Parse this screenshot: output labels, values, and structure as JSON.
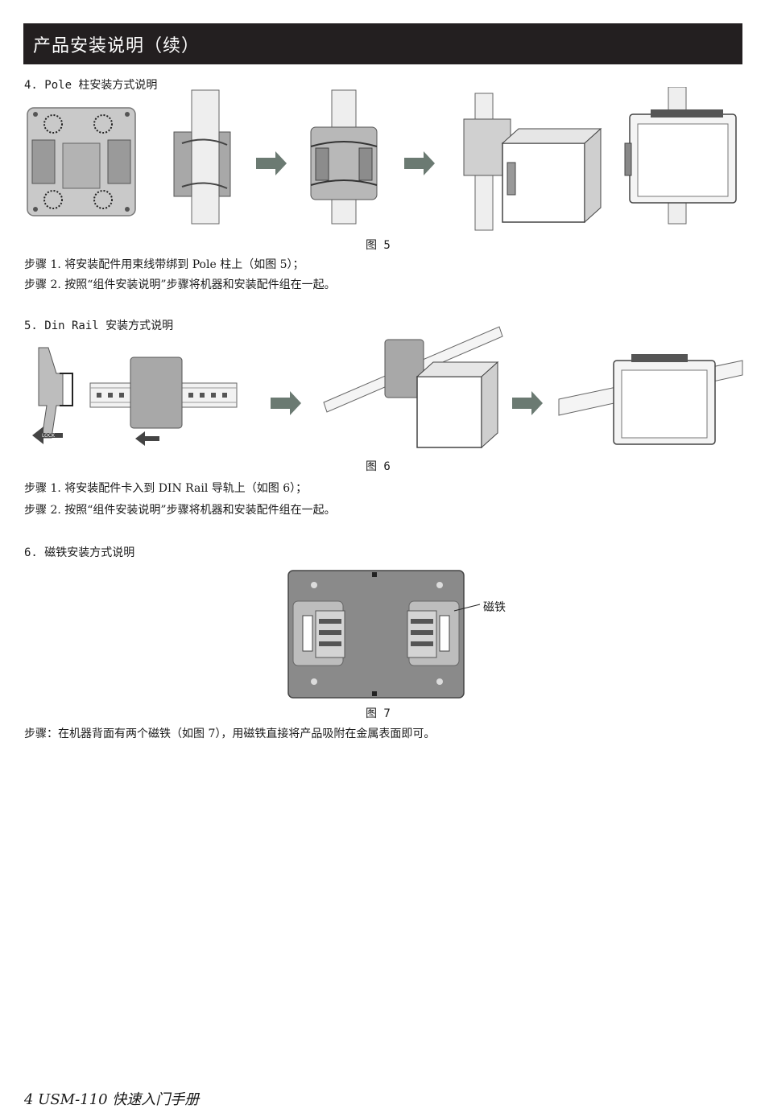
{
  "header": {
    "title": "产品安装说明（续）"
  },
  "section4": {
    "heading": "4.  Pole 柱安装方式说明",
    "caption": "图 5",
    "step1": "步骤 1. 将安装配件用束线带绑到 Pole 柱上（如图 5）；",
    "step2": "步骤 2. 按照“组件安装说明”步骤将机器和安装配件组在一起。"
  },
  "section5": {
    "heading": "5.  Din Rail 安装方式说明",
    "caption": "图 6",
    "lock_label": "LOCK",
    "step1": "步骤 1. 将安装配件卡入到 DIN Rail 导轨上（如图 6）；",
    "step2": "步骤 2. 按照“组件安装说明”步骤将机器和安装配件组在一起。"
  },
  "section6": {
    "heading": "6.  磁铁安装方式说明",
    "magnet_label": "磁铁",
    "caption": "图 7",
    "step": "步骤：在机器背面有两个磁铁（如图 7），用磁铁直接将产品吸附在金属表面即可。"
  },
  "footer": {
    "text": "4  USM-110  快速入门手册"
  },
  "colors": {
    "header_bg": "#231f20",
    "arrow": "#6b7a72",
    "plate": "#b9b9b9",
    "plate_dark": "#8a8a8a"
  }
}
